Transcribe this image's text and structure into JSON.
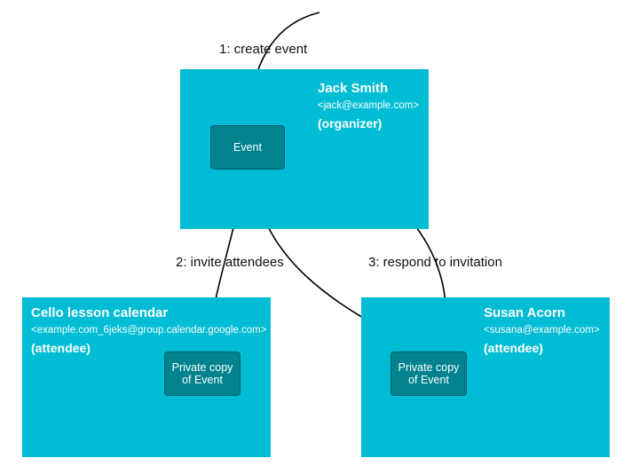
{
  "colors": {
    "box": "#00BCD4",
    "node": "#00838F",
    "arrow": "#000000"
  },
  "labels": {
    "step1": "1: create event",
    "step2": "2: invite attendees",
    "step3": "3: respond to invitation"
  },
  "organizer": {
    "name": "Jack Smith",
    "email": "<jack@example.com>",
    "role": "(organizer)",
    "node": "Event"
  },
  "calendar": {
    "name": "Cello lesson calendar",
    "email": "<example.com_6jeks@group.calendar.google.com>",
    "role": "(attendee)",
    "node": "Private copy of Event"
  },
  "attendee": {
    "name": "Susan Acorn",
    "email": "<susana@example.com>",
    "role": "(attendee)",
    "node": "Private copy of Event"
  }
}
